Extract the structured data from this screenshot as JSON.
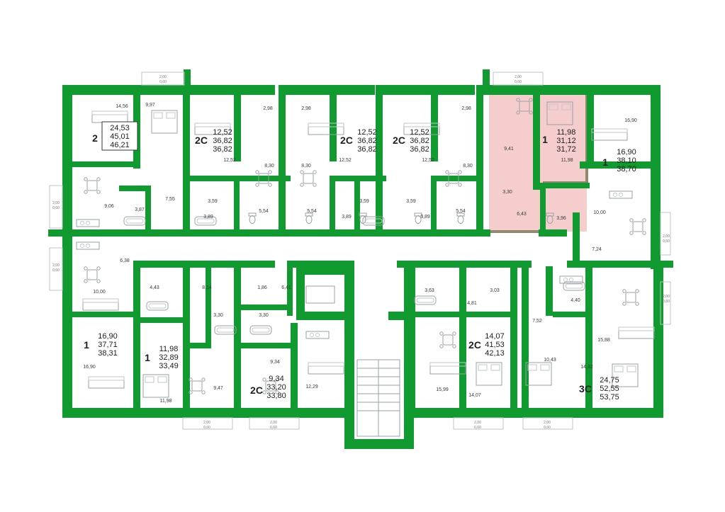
{
  "colors": {
    "wall": "#109a2f",
    "highlight": "#f3c4c4",
    "highlight_border": "#8f8a6e",
    "furniture": "#9aa0a6"
  },
  "apartments": [
    {
      "type": "2",
      "a": "24,53",
      "b": "45,01",
      "c": "46,21"
    },
    {
      "type": "2С",
      "a": "12,52",
      "b": "36,82",
      "c": "36,82"
    },
    {
      "type": "2С",
      "a": "12,52",
      "b": "36,82",
      "c": "36,82"
    },
    {
      "type": "2С",
      "a": "12,52",
      "b": "36,82",
      "c": "36,82"
    },
    {
      "type": "1",
      "a": "11,98",
      "b": "31,12",
      "c": "31,72"
    },
    {
      "type": "1",
      "a": "16,90",
      "b": "38,10",
      "c": "38,70"
    },
    {
      "type": "1",
      "a": "16,90",
      "b": "37,71",
      "c": "38,31"
    },
    {
      "type": "1",
      "a": "11,98",
      "b": "32,89",
      "c": "33,49"
    },
    {
      "type": "2С",
      "a": "9,34",
      "b": "33,20",
      "c": "33,80"
    },
    {
      "type": "2С",
      "a": "14,07",
      "b": "41,53",
      "c": "42,13"
    },
    {
      "type": "3С",
      "a": "24,75",
      "b": "52,55",
      "c": "53,75"
    }
  ],
  "rooms": [
    "14,56",
    "9,97",
    "2,98",
    "2,98",
    "2,98",
    "16,90",
    "12,52",
    "8,30",
    "8,30",
    "12,52",
    "12,52",
    "8,30",
    "9,41",
    "11,98",
    "9,06",
    "3,87",
    "7,55",
    "3,59",
    "3,89",
    "5,54",
    "5,54",
    "3,89",
    "3,59",
    "3,59",
    "3,89",
    "5,54",
    "3,30",
    "6,43",
    "3,96",
    "10,00",
    "6,38",
    "7,24",
    "10,00",
    "4,43",
    "8,14",
    "1,86",
    "6,41",
    "3,63",
    "3,03",
    "4,40",
    "3,30",
    "3,30",
    "4,81",
    "7,52",
    "16,90",
    "9,34",
    "15,88",
    "9,47",
    "12,29",
    "15,99",
    "10,43",
    "14,32",
    "11,98",
    "14,07"
  ],
  "balcony": {
    "top": "2,00",
    "bottom": "0,60"
  }
}
